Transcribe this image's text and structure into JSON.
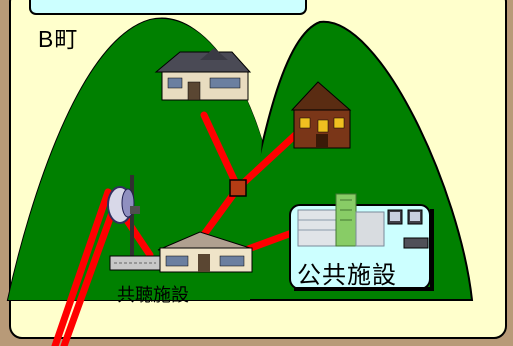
{
  "town_label": "B町",
  "facility_label": "共聴施設",
  "public_label": "公共施設",
  "colors": {
    "background_yellow": "#ffffcc",
    "mountain_green": "#008000",
    "cable_red": "#ff0000",
    "junction_brown": "#b43c14",
    "badge_cyan": "#ccffff"
  },
  "icons": [
    "house-icon",
    "brick-house-icon",
    "antenna-icon",
    "headend-building-icon",
    "public-facility-icon"
  ]
}
